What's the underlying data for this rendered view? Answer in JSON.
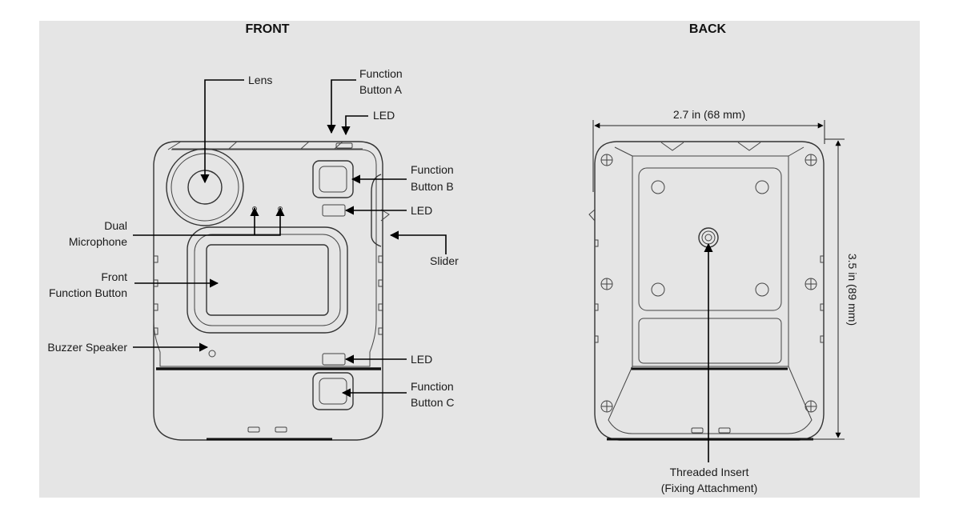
{
  "headings": {
    "front": "FRONT",
    "back": "BACK"
  },
  "front_labels": {
    "lens": "Lens",
    "function_button_a": [
      "Function",
      "Button A"
    ],
    "led_top": "LED",
    "function_button_b": [
      "Function",
      "Button B"
    ],
    "led_mid": "LED",
    "dual_microphone": [
      "Dual",
      "Microphone"
    ],
    "slider": "Slider",
    "front_function_button": [
      "Front",
      "Function Button"
    ],
    "buzzer_speaker": "Buzzer Speaker",
    "led_bottom": "LED",
    "function_button_c": [
      "Function",
      "Button C"
    ]
  },
  "back_labels": {
    "width_dimension": "2.7 in (68 mm)",
    "height_dimension": "3.5 in (89 mm)",
    "threaded_insert": [
      "Threaded Insert",
      "(Fixing Attachment)"
    ]
  }
}
